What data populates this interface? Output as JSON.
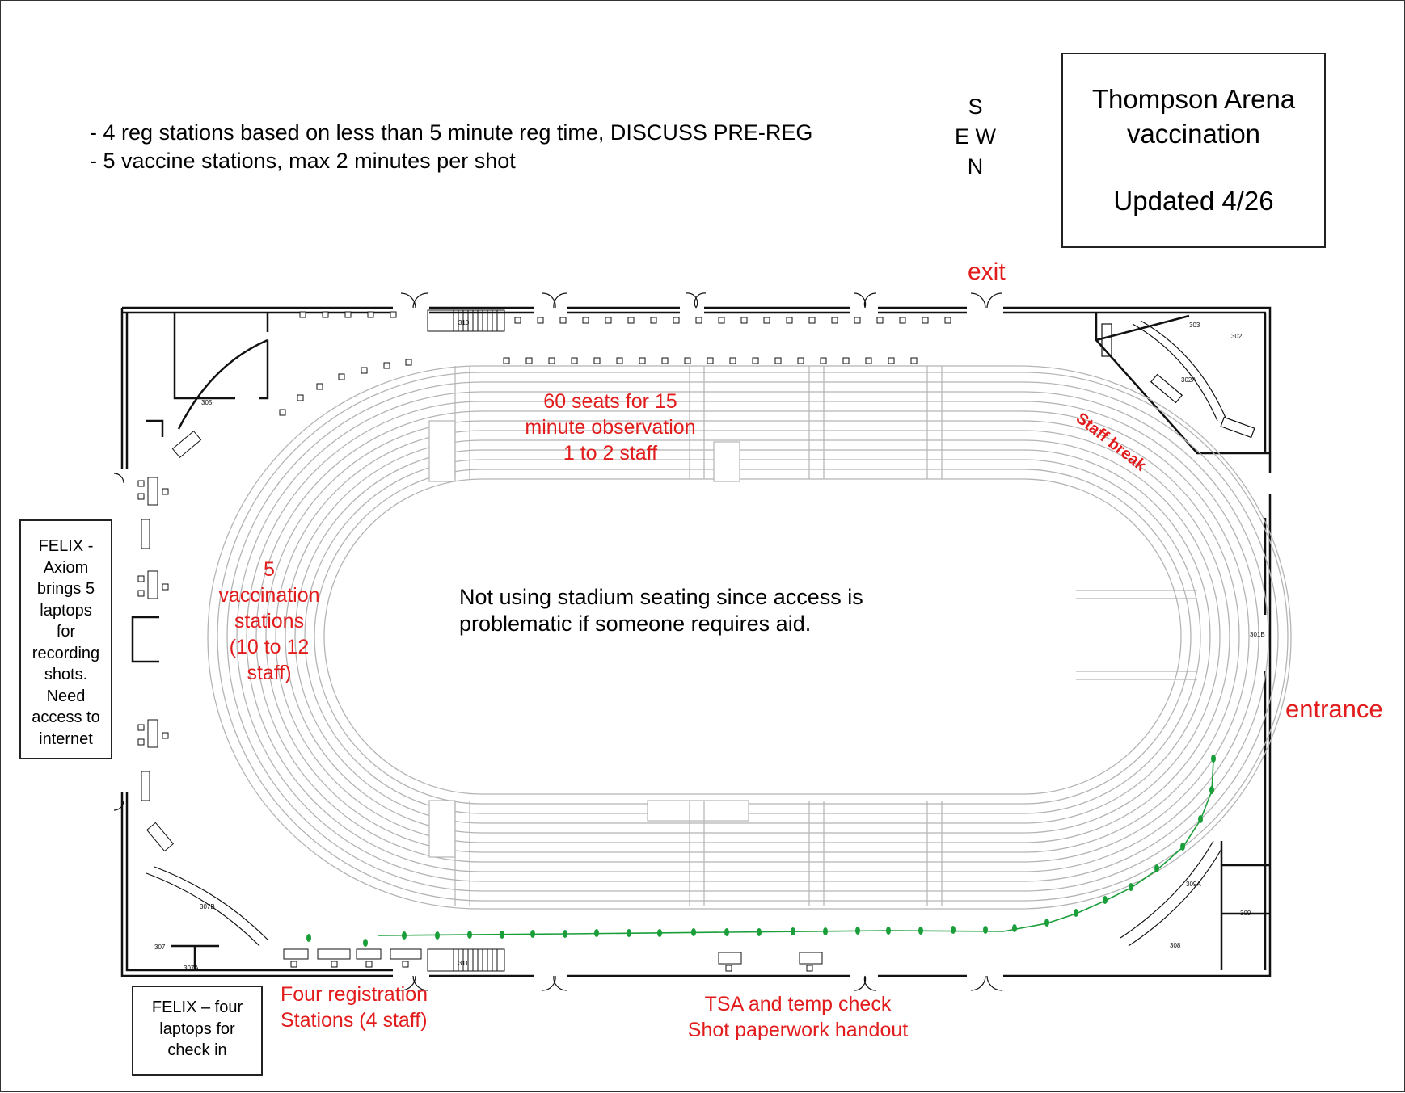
{
  "notes": {
    "line1": "- 4 reg stations based on less than 5 minute reg time, DISCUSS PRE-REG",
    "line2": "- 5 vaccine stations, max 2 minutes per shot"
  },
  "compass": {
    "s": "S",
    "ew": "E W",
    "n": "N"
  },
  "title_box": {
    "line1": "Thompson Arena",
    "line2": "vaccination",
    "line3": "Updated 4/26"
  },
  "labels": {
    "exit": "exit",
    "entrance": "entrance",
    "staff_break": "Staff break",
    "observation": [
      "60 seats for 15",
      "minute observation",
      "1 to 2 staff"
    ],
    "vaccination": [
      "5",
      "vaccination",
      "stations",
      "(10 to 12",
      "staff)"
    ],
    "center_note": [
      "Not using stadium seating since access is",
      "problematic if someone requires aid."
    ],
    "registration": [
      "Four registration",
      "Stations (4 staff)"
    ],
    "tsa": [
      "TSA and temp check",
      "Shot paperwork handout"
    ]
  },
  "felix_left": [
    "FELIX -",
    "Axiom",
    "brings 5",
    "laptops",
    "for",
    "recording",
    "shots.",
    "Need",
    "access to",
    "internet"
  ],
  "felix_bottom": [
    "FELIX – four",
    "laptops for",
    "check in"
  ],
  "room_numbers": {
    "r305": "305",
    "r303": "303",
    "r302": "302",
    "r302a": "302A",
    "r301b": "301B",
    "r309a": "309A",
    "r309": "309",
    "r308": "308",
    "r307b": "307B",
    "r307": "307",
    "r307a": "307A",
    "r310": "310",
    "r311": "311"
  },
  "colors": {
    "annotation": "#e21c1c",
    "path": "#1a9e3a",
    "seating": "#b4b4b4",
    "walls": "#111111"
  }
}
